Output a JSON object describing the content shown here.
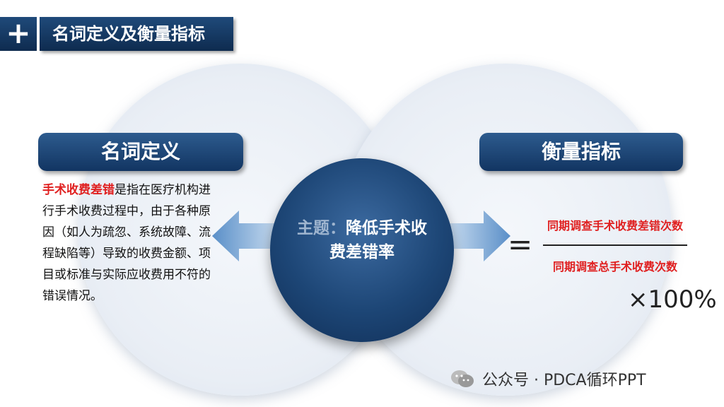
{
  "header": {
    "plus_icon": "plus-icon",
    "title": "名词定义及衡量指标"
  },
  "definition": {
    "heading": "名词定义",
    "highlight": "手术收费差错",
    "body": "是指在医疗机构进行手术收费过程中，由于各种原因（如人为疏忽、系统故障、流程缺陷等）导致的收费金额、项目或标准与实际应收费用不符的错误情况。"
  },
  "center": {
    "label": "主题：",
    "title": "降低手术收费差错率"
  },
  "indicator": {
    "heading": "衡量指标",
    "equals": "=",
    "numerator": "同期调查手术收费差错次数",
    "denominator": "同期调查总手术收费次数",
    "multiplier": "×100%"
  },
  "footer": {
    "icon": "wechat-icon",
    "text": "公众号 · PDCA循环PPT"
  },
  "colors": {
    "navy": "#123562",
    "accent_red": "#e02020",
    "arrow": "#5a8fc8"
  }
}
